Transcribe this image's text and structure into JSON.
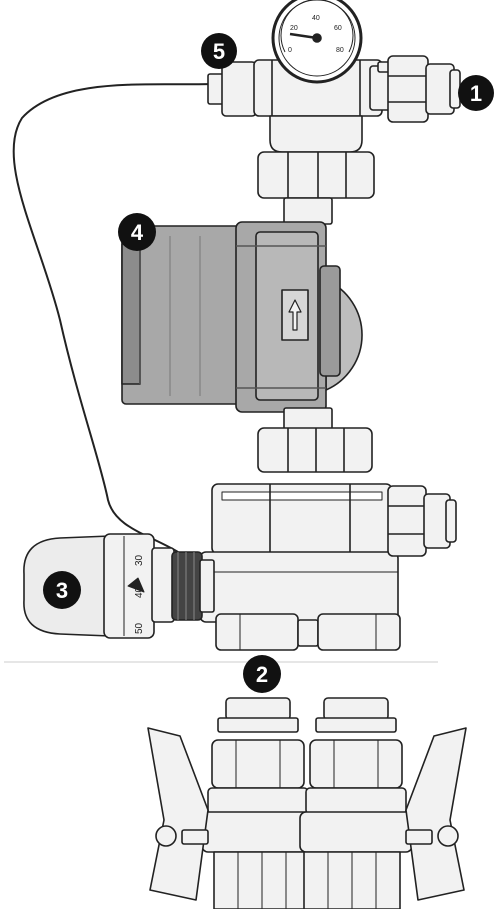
{
  "callouts": [
    {
      "id": "1",
      "label": "1"
    },
    {
      "id": "2",
      "label": "2"
    },
    {
      "id": "3",
      "label": "3"
    },
    {
      "id": "4",
      "label": "4"
    },
    {
      "id": "5",
      "label": "5"
    }
  ],
  "gauge": {
    "ticks": [
      "0",
      "20",
      "40",
      "60",
      "80"
    ]
  },
  "thermo_head": {
    "scale": [
      "30",
      "40",
      "50"
    ]
  },
  "colors": {
    "outline": "#222222",
    "pump_body": "#a8a8a8",
    "pump_dark": "#8c8c8c",
    "metal": "#f2f2f2",
    "badge": "#111111"
  }
}
